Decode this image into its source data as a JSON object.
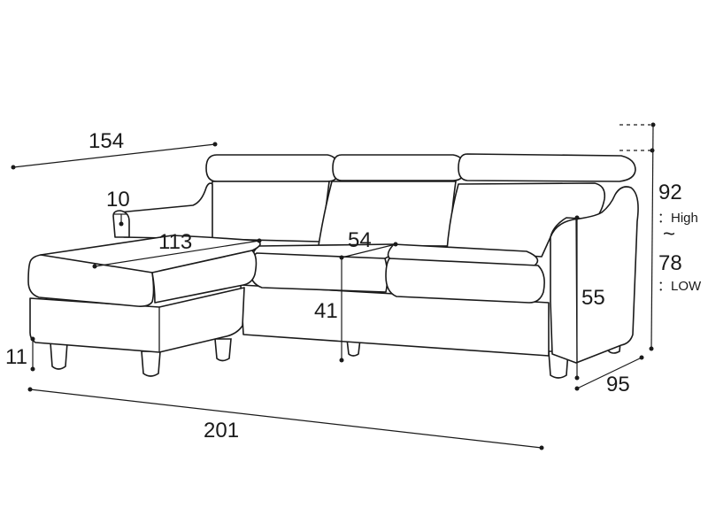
{
  "dimensions": {
    "total_depth_chaise": "154",
    "arm_width": "10",
    "chaise_seat_depth": "113",
    "seat_depth": "54",
    "seat_height": "41",
    "leg_height": "11",
    "total_width": "201",
    "arm_height": "55",
    "sofa_depth": "95",
    "height_high": "92",
    "height_high_label": "：High",
    "height_range_symbol": "~",
    "height_low": "78",
    "height_low_label": "：LOW"
  }
}
